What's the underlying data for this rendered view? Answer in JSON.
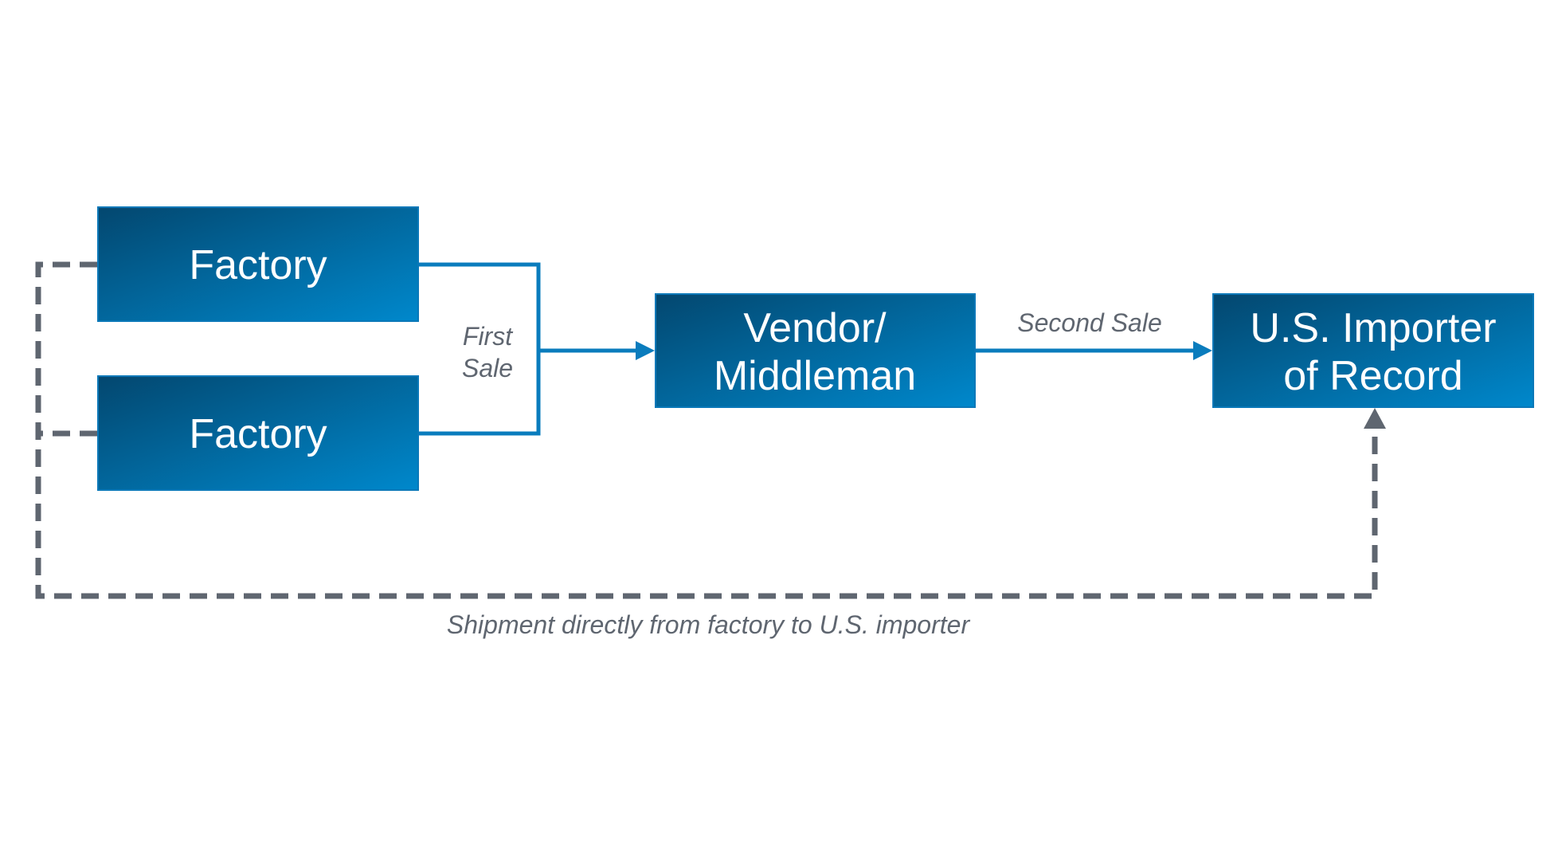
{
  "nodes": {
    "factory_top": {
      "label": "Factory"
    },
    "factory_bottom": {
      "label": "Factory"
    },
    "vendor": {
      "line1": "Vendor/",
      "line2": "Middleman"
    },
    "importer": {
      "line1": "U.S. Importer",
      "line2": "of Record"
    }
  },
  "edges": {
    "first_sale": {
      "line1": "First",
      "line2": "Sale"
    },
    "second_sale": {
      "label": "Second Sale"
    },
    "direct_shipment": {
      "label": "Shipment directly from factory to U.S. importer"
    }
  },
  "colors": {
    "box_dark": "#03476f",
    "box_light": "#0082c6",
    "sale_line": "#0a7cbd",
    "shipment_line": "#5f6670",
    "label_text": "#5f6670"
  }
}
